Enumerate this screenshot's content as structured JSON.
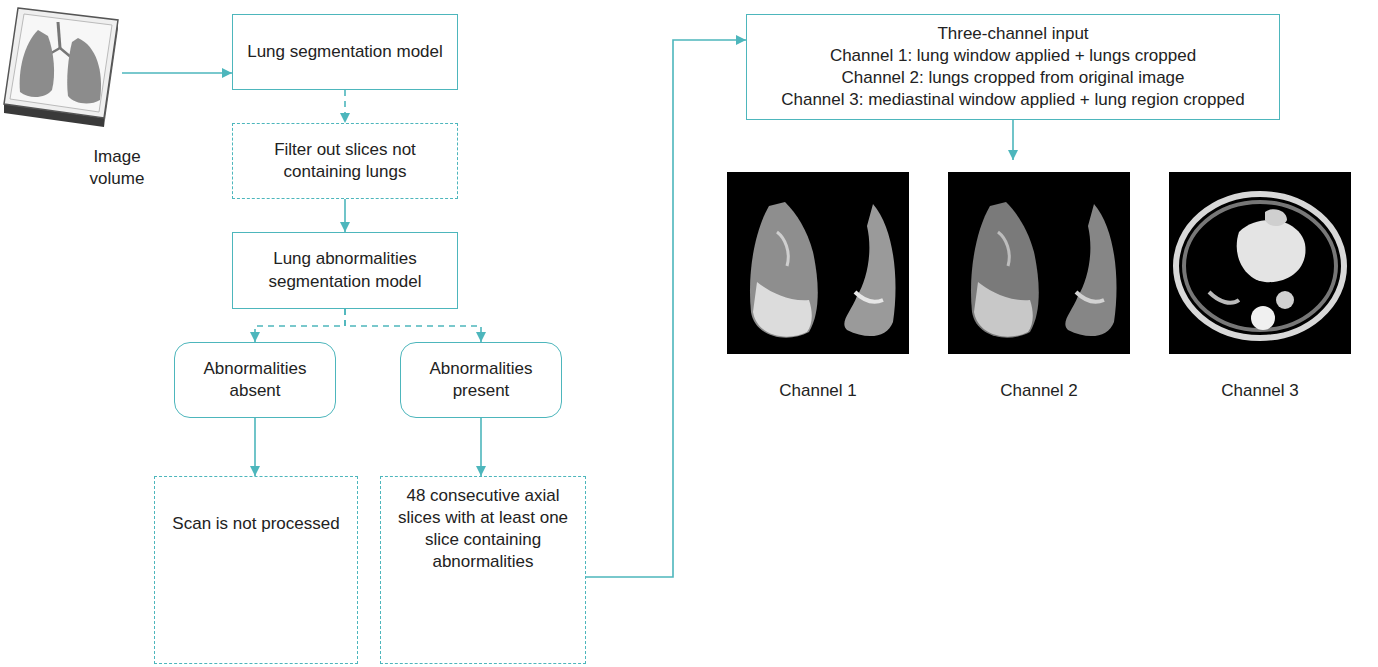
{
  "diagram": {
    "nodes": [
      {
        "text": [
          "Lung segmentation model"
        ]
      },
      {
        "text": [
          "Filter out slices not containing lungs"
        ]
      },
      {
        "text": [
          "Lung abnormalities segmentation model"
        ]
      },
      {
        "text": [
          "Abnormalities absent"
        ]
      },
      {
        "text": [
          "Abnormalities present"
        ]
      },
      {
        "text": [
          "Scan is not processed"
        ]
      },
      {
        "text": [
          "48 consecutive axial slices with at least one slice containing abnormalities"
        ]
      },
      {
        "text": [
          "Three-channel input",
          "Channel 1: lung window applied + lungs cropped",
          "Channel 2: lungs cropped from original image",
          "Channel 3: mediastinal window applied + lung region cropped"
        ]
      }
    ],
    "edges": [
      {
        "from": 0,
        "to": 1,
        "arrow": "to"
      },
      {
        "from": 1,
        "to": 2,
        "arrow": "to"
      },
      {
        "from": 2,
        "to": 3,
        "arrow": "to"
      },
      {
        "from": 2,
        "to": 4,
        "arrow": "to"
      },
      {
        "from": 3,
        "to": 5,
        "arrow": "to"
      },
      {
        "from": 4,
        "to": 6,
        "arrow": "to"
      },
      {
        "from": 6,
        "to": 7,
        "arrow": "to"
      }
    ],
    "labels": [
      "Image volume",
      "Channel 1",
      "Channel 2",
      "Channel 3"
    ]
  }
}
